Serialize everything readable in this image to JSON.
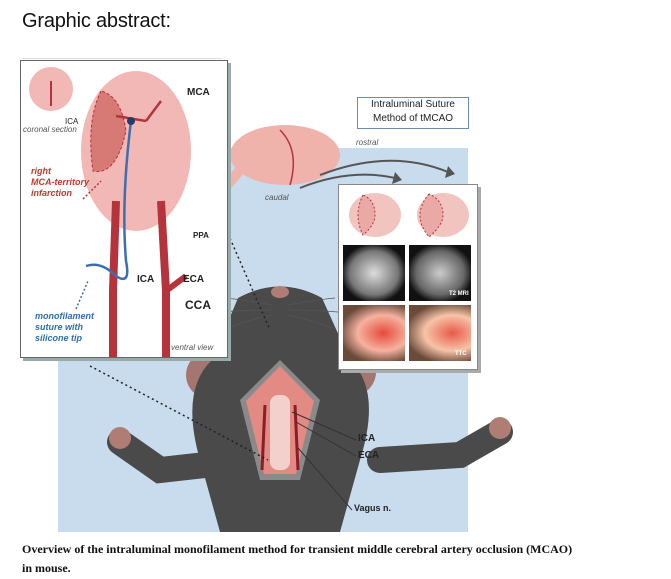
{
  "heading": "Graphic abstract:",
  "figure": {
    "title_box": {
      "line1": "Intraluminal Suture",
      "line2": "Method of  tMCAO"
    },
    "brain_panel": {
      "inset_label_ica": "ICA",
      "inset_label_section": "coronal section",
      "label_mca": "MCA",
      "label_infarct": [
        "right",
        "MCA-territory",
        "infarction"
      ],
      "label_ppa": "PPA",
      "label_ica": "ICA",
      "label_eca": "ECA",
      "label_cca": "CCA",
      "label_suture": [
        "monofilament",
        "suture with",
        "silicone tip"
      ],
      "label_view": "ventral view"
    },
    "orientation": {
      "rostral": "rostral",
      "caudal": "caudal"
    },
    "slices_panel": {
      "mri_label": "T2 MRI",
      "ttc_label": "TTC"
    },
    "neck_labels": {
      "ica": "ICA",
      "eca": "ECA",
      "vagus": "Vagus n."
    },
    "colors": {
      "artery": "#b5333a",
      "brain": "#f2b8b5",
      "suture": "#3c6fb0",
      "mouse": "#4a4a4a",
      "background": "#c9dcee"
    }
  },
  "caption": {
    "line1": "Overview of the intraluminal monofilament method for transient middle cerebral artery occlusion (MCAO)",
    "line2": "in mouse."
  }
}
